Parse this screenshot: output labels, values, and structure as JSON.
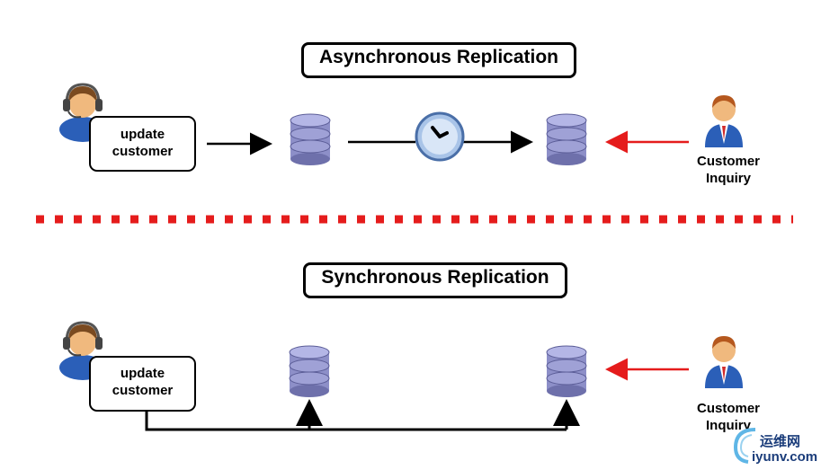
{
  "async": {
    "title": "Asynchronous Replication",
    "update_label_1": "update",
    "update_label_2": "customer",
    "inquiry_label_1": "Customer",
    "inquiry_label_2": "Inquiry"
  },
  "sync": {
    "title": "Synchronous Replication",
    "update_label_1": "update",
    "update_label_2": "customer",
    "inquiry_label_1": "Customer",
    "inquiry_label_2": "Inquiry"
  },
  "watermark": {
    "cn": "运维网",
    "url": "iyunv.com"
  },
  "colors": {
    "arrow": "#000000",
    "inquiry_arrow": "#e51c1c",
    "divider": "#e51c1c",
    "db_body": "#8d8fc8",
    "db_dark": "#5b5d97"
  },
  "icons": [
    "headset-agent-icon",
    "database-icon",
    "clock-icon",
    "customer-person-icon"
  ]
}
